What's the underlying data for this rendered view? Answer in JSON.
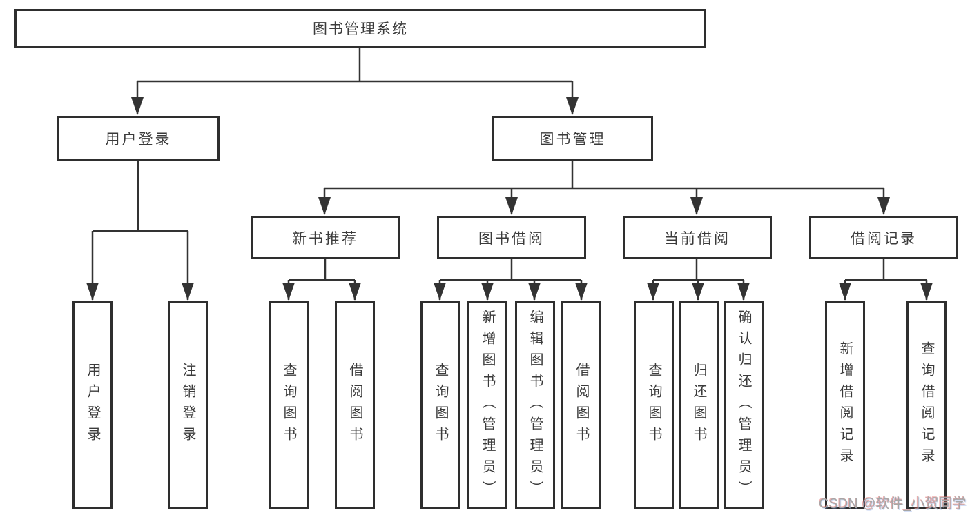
{
  "watermark": "CSDN @软件_小贺同学",
  "colors": {
    "line": "#333333",
    "box_border": "#2e2e2e",
    "text": "#3b3b3b",
    "background": "#ffffff",
    "watermark_text": "#a6a6a6"
  },
  "tree": {
    "label": "图书管理系统",
    "children": [
      {
        "label": "用户登录",
        "children": [
          {
            "label": "用户登录"
          },
          {
            "label": "注销登录"
          }
        ]
      },
      {
        "label": "图书管理",
        "children": [
          {
            "label": "新书推荐",
            "children": [
              {
                "label": "查询图书"
              },
              {
                "label": "借阅图书"
              }
            ]
          },
          {
            "label": "图书借阅",
            "children": [
              {
                "label": "查询图书"
              },
              {
                "label": "新增图书（管理员）"
              },
              {
                "label": "编辑图书（管理员）"
              },
              {
                "label": "借阅图书"
              }
            ]
          },
          {
            "label": "当前借阅",
            "children": [
              {
                "label": "查询图书"
              },
              {
                "label": "归还图书"
              },
              {
                "label": "确认归还（管理员）"
              }
            ]
          },
          {
            "label": "借阅记录",
            "children": [
              {
                "label": "新增借阅记录"
              },
              {
                "label": "查询借阅记录"
              }
            ]
          }
        ]
      }
    ]
  }
}
